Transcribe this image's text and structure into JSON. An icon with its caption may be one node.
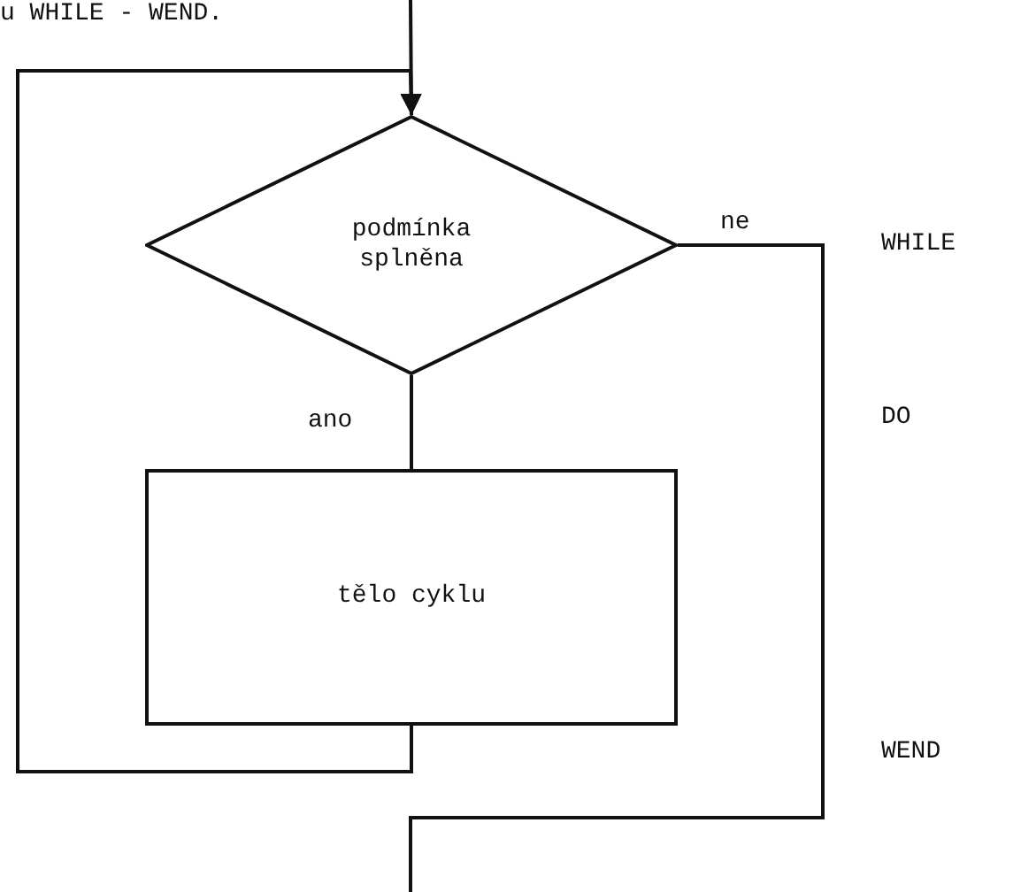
{
  "diagram": {
    "nodes": [
      {
        "text": [
          "podmínka splněna"
        ]
      },
      {
        "text": [
          "tělo cyklu"
        ]
      }
    ],
    "edges": [
      {
        "from": null,
        "to": 0,
        "arrow": "to"
      },
      {
        "from": 1,
        "to": 0,
        "arrow": "to"
      },
      {
        "from": 0,
        "to": 1,
        "arrow": "none",
        "label": "ano"
      },
      {
        "from": 0,
        "to": null,
        "arrow": "none",
        "label": "ne"
      }
    ],
    "labels": [
      "u WHILE - WEND.",
      "WHILE",
      "DO",
      "WEND"
    ]
  }
}
